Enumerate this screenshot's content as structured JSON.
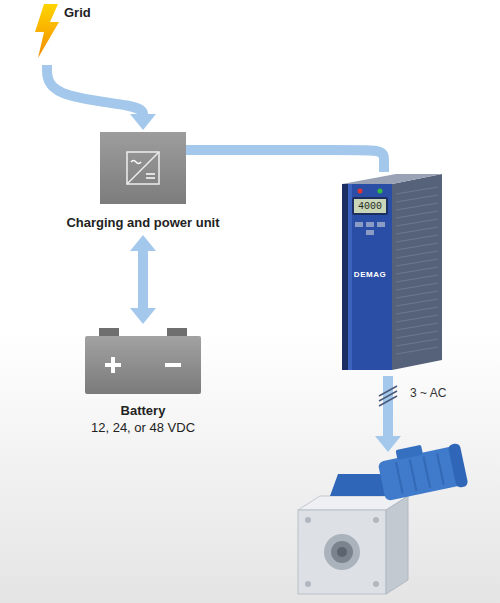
{
  "diagram": {
    "nodes": [
      {
        "text": [
          "Grid"
        ]
      },
      {
        "text": [
          "Charging and power unit"
        ]
      },
      {
        "text": [
          "Battery",
          "12, 24, or 48 VDC"
        ]
      },
      {
        "text": [
          "DEMAG",
          "4000"
        ]
      }
    ],
    "edges": [
      {
        "from": 0,
        "to": 1,
        "arrow": "to"
      },
      {
        "from": 1,
        "to": 2,
        "arrow": "both"
      },
      {
        "from": 1,
        "to": 3,
        "arrow": "none"
      }
    ],
    "labels": [
      "3 ~ AC"
    ]
  }
}
